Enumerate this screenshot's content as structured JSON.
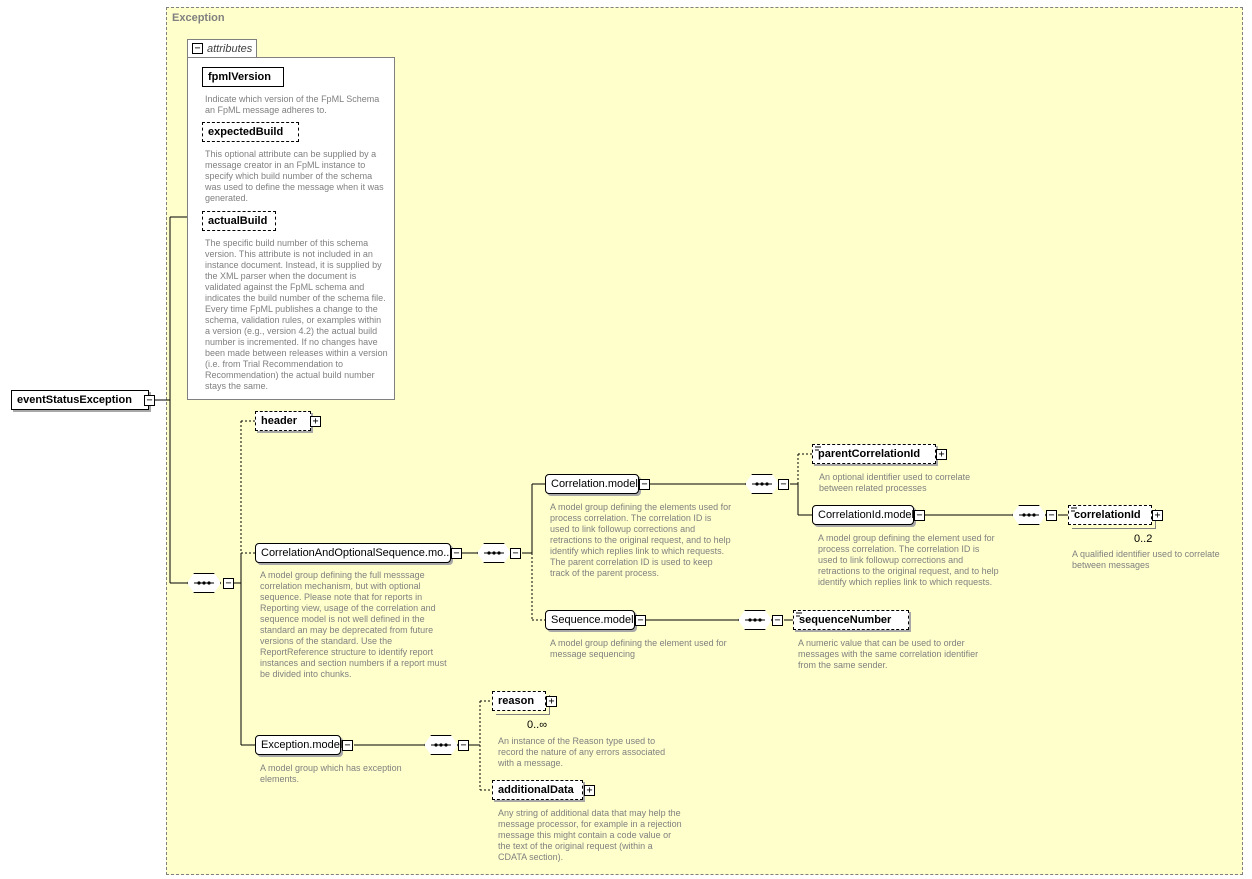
{
  "root": {
    "label": "eventStatusException"
  },
  "type_label": "Exception",
  "attributes": {
    "tab_label": "attributes",
    "items": [
      {
        "name": "fpmlVersion",
        "required": true,
        "doc": "Indicate which version of the FpML Schema an FpML message adheres to."
      },
      {
        "name": "expectedBuild",
        "required": false,
        "doc": "This optional attribute can be supplied by a message creator in an FpML instance to specify which build number of the schema was used to define the message when it was generated."
      },
      {
        "name": "actualBuild",
        "required": false,
        "doc": "The specific build number of this schema version. This attribute is not included in an instance document. Instead, it is supplied by the XML parser when the document is validated against the FpML schema and indicates the build number of the schema file. Every time FpML publishes a change to the schema, validation rules, or examples within a version (e.g., version 4.2) the actual build number is incremented. If no changes have been made between releases within a version (i.e. from Trial Recommendation to Recommendation) the actual build number stays the same."
      }
    ]
  },
  "nodes": {
    "header": {
      "label": "header"
    },
    "corr_opt_seq": {
      "label": "CorrelationAndOptionalSequence.mo...",
      "doc": "A model group defining the full messsage correlation mechanism, but with optional sequence. Please note that for reports in Reporting view, usage of the correlation and sequence model is not well defined in the standard an may be deprecated from future versions of the standard. Use the ReportReference structure to identify report instances and section numbers if a report must be divided into chunks."
    },
    "correlation_model": {
      "label": "Correlation.model",
      "doc": "A model group defining the elements used for process correlation. The correlation ID is used to link followup corrections and retractions to the original request, and to help identify which replies link to which requests. The parent correlation ID is used to keep track of the parent process."
    },
    "parent_correlation_id": {
      "label": "parentCorrelationId",
      "doc": "An optional identifier used to correlate between related processes"
    },
    "correlation_id_model": {
      "label": "CorrelationId.model",
      "doc": "A model group defining the element used for process correlation. The correlation ID is used to link followup corrections and retractions to the original request, and to help identify which replies link to which requests."
    },
    "correlation_id": {
      "label": "correlationId",
      "cardinality": "0..2",
      "doc": "A qualified identifier used to correlate between messages"
    },
    "sequence_model": {
      "label": "Sequence.model",
      "doc": "A model group defining the element used for message sequencing"
    },
    "sequence_number": {
      "label": "sequenceNumber",
      "doc": "A numeric value that can be used to order messages with the same correlation identifier from the same sender."
    },
    "exception_model": {
      "label": "Exception.model",
      "doc": "A model group which has exception elements."
    },
    "reason": {
      "label": "reason",
      "cardinality": "0..∞",
      "doc": "An instance of the Reason type used to record the nature of any errors associated with a message."
    },
    "additional_data": {
      "label": "additionalData",
      "doc": "Any string of additional data that may help the message processor, for example in a rejection message this might contain a code value or the text of the original request (within a CDATA section)."
    }
  },
  "icons": {
    "collapse": "minus-box-icon",
    "expand": "plus-box-icon",
    "sequence": "sequence-compositor-icon"
  },
  "colors": {
    "background": "#ffffcc",
    "border": "#808080",
    "doc_text": "#808080"
  }
}
